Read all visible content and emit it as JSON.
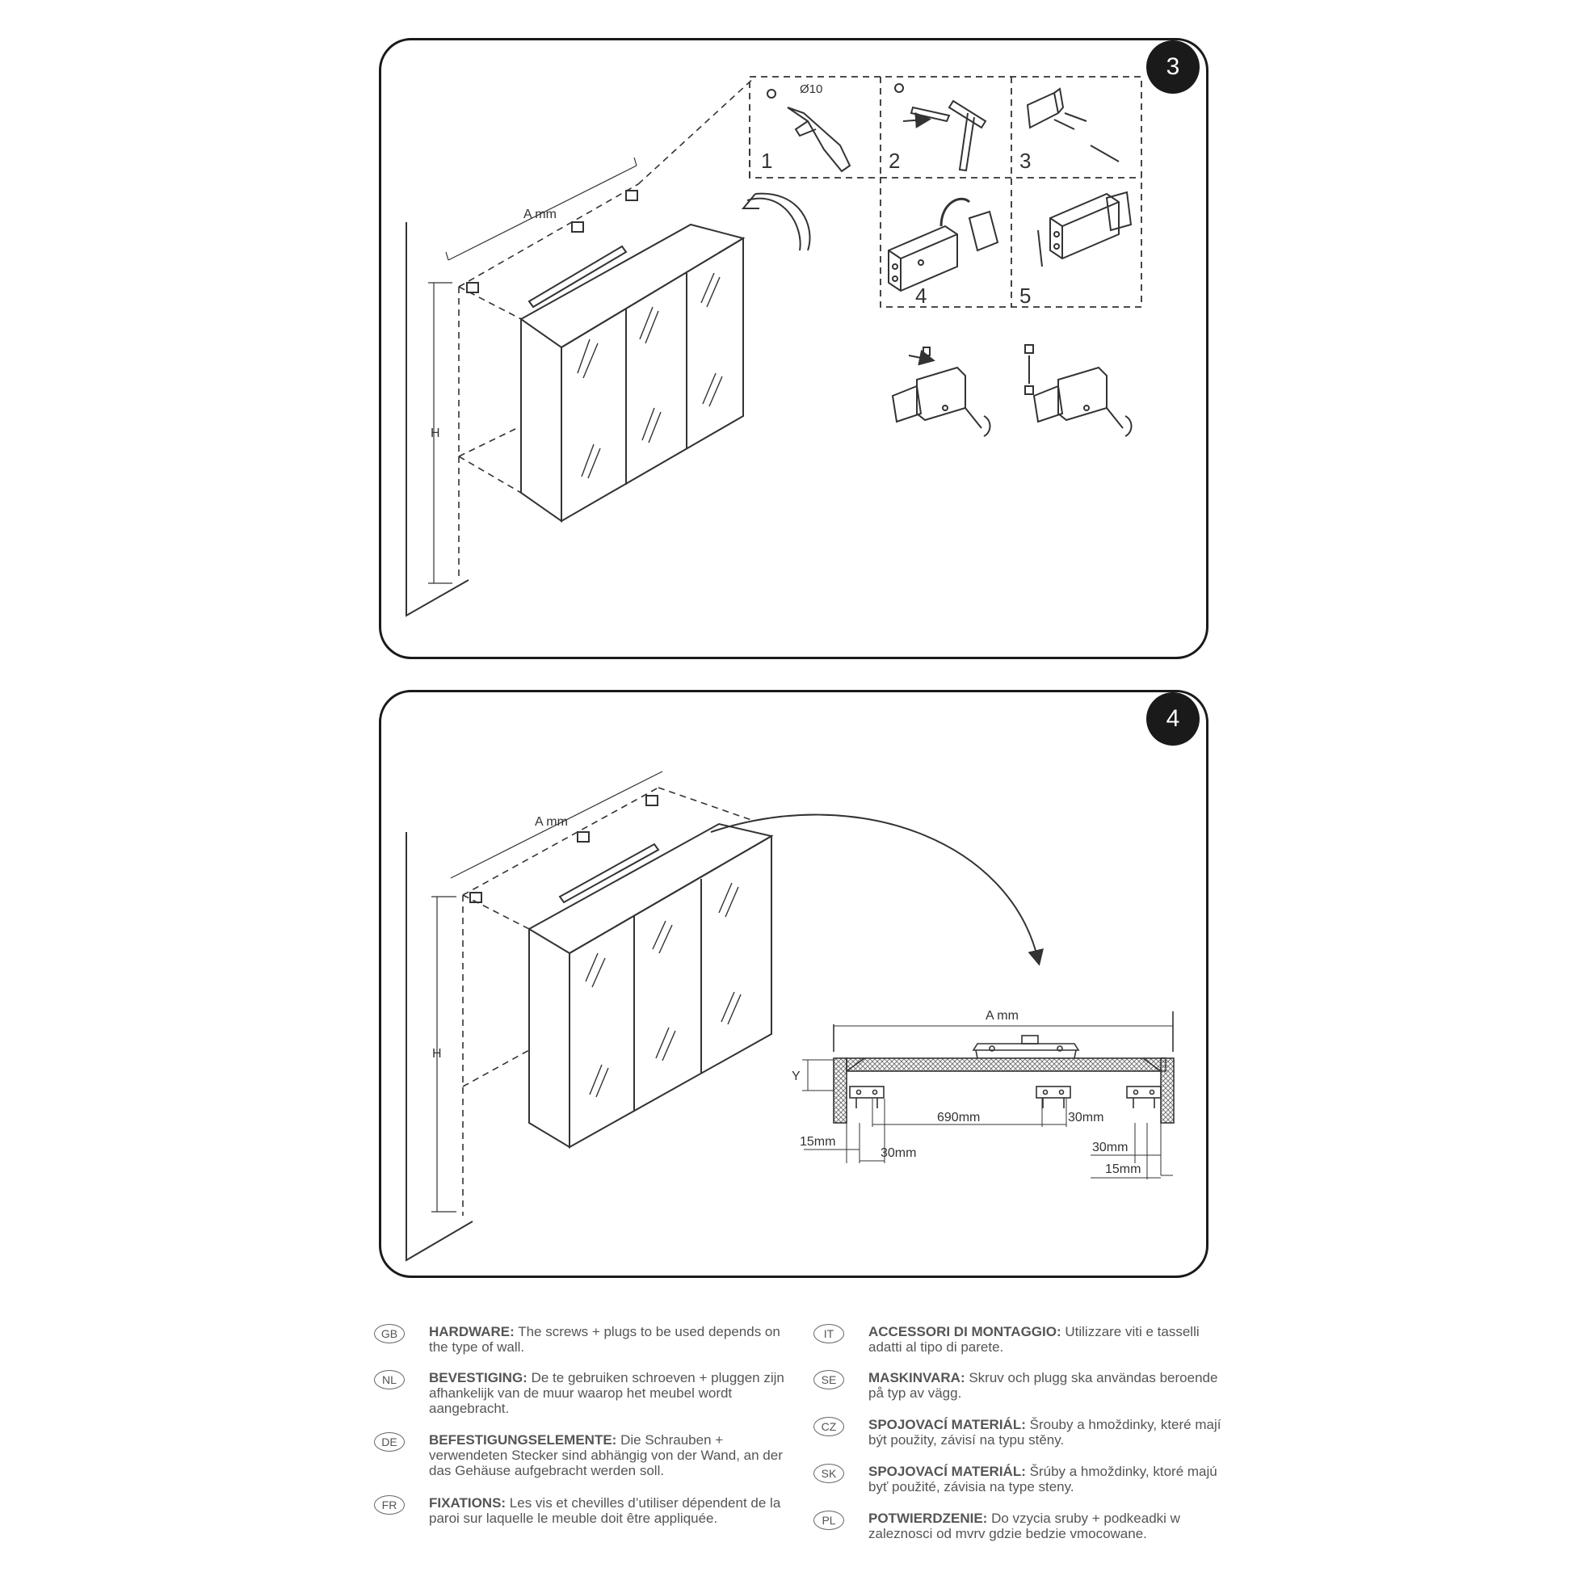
{
  "step3": {
    "badge": "3",
    "drill_size": "Ø10",
    "sub_steps": [
      "1",
      "2",
      "3",
      "4",
      "5"
    ],
    "dim_width": "A mm",
    "dim_height": "H"
  },
  "step4": {
    "badge": "4",
    "dim_width": "A mm",
    "dim_height": "H",
    "detail": {
      "width": "A mm",
      "y": "Y",
      "spacing": "690mm",
      "d30_right": "30mm",
      "d15_left": "15mm",
      "d30_left": "30mm",
      "d30_bottom_right": "30mm",
      "d15_bottom_right": "15mm"
    }
  },
  "legend": [
    {
      "code": "GB",
      "label": "HARDWARE:",
      "text": " The screws + plugs to be used depends on the type of wall."
    },
    {
      "code": "NL",
      "label": "BEVESTIGING:",
      "text": " De te gebruiken schroeven + pluggen zijn afhankelijk van de muur waarop het meubel wordt aangebracht."
    },
    {
      "code": "DE",
      "label": "BEFESTIGUNGSELEMENTE:",
      "text": " Die Schrauben + verwendeten Stecker sind abhängig von der Wand, an der das Gehäuse aufgebracht werden soll."
    },
    {
      "code": "FR",
      "label": "FIXATIONS:",
      "text": " Les vis et chevilles d’utiliser dépendent de la paroi sur laquelle le meuble doit être appliquée."
    },
    {
      "code": "IT",
      "label": "ACCESSORI DI MONTAGGIO:",
      "text": " Utilizzare viti e tasselli adatti al tipo di parete."
    },
    {
      "code": "SE",
      "label": "MASKINVARA:",
      "text": " Skruv och plugg ska användas beroende på typ av vägg."
    },
    {
      "code": "CZ",
      "label": "SPOJOVACÍ MATERIÁL:",
      "text": " Šrouby a hmoždinky, které mají být použity, závisí na typu stěny."
    },
    {
      "code": "SK",
      "label": "SPOJOVACÍ MATERIÁL:",
      "text": " Šrúby a hmoždinky, ktoré majú byť použité, závisia na type steny."
    },
    {
      "code": "PL",
      "label": "POTWIERDZENIE:",
      "text": " Do vzycia sruby + podkeadki w zaleznosci od mvrv gdzie bedzie vmocowane."
    }
  ]
}
